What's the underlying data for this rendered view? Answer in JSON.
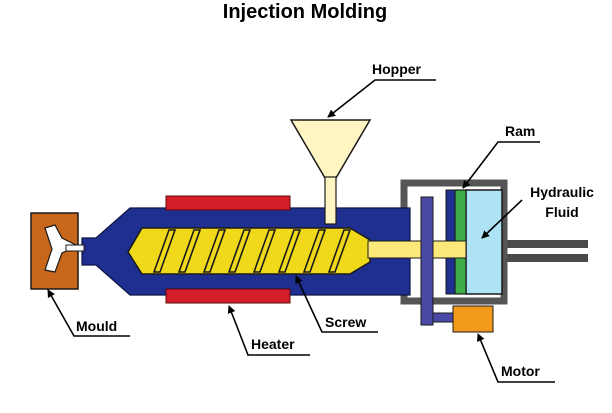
{
  "title": "Injection Molding",
  "labels": {
    "hopper": "Hopper",
    "ram": "Ram",
    "hydraulic_line1": "Hydraulic",
    "hydraulic_line2": "Fluid",
    "mould": "Mould",
    "heater": "Heater",
    "screw": "Screw",
    "motor": "Motor"
  },
  "colors": {
    "barrel": "#1f2f8f",
    "heater": "#d41f2b",
    "mould": "#c8661c",
    "hopper": "#fff5c2",
    "screw": "#f0d81a",
    "screw_shaft": "#fde97a",
    "ram": "#3fae49",
    "hydraulic_fluid": "#aee3f5",
    "housing": "#6b6b6b",
    "motor": "#f29a1c",
    "motor_shaft": "#4a4aa6"
  }
}
